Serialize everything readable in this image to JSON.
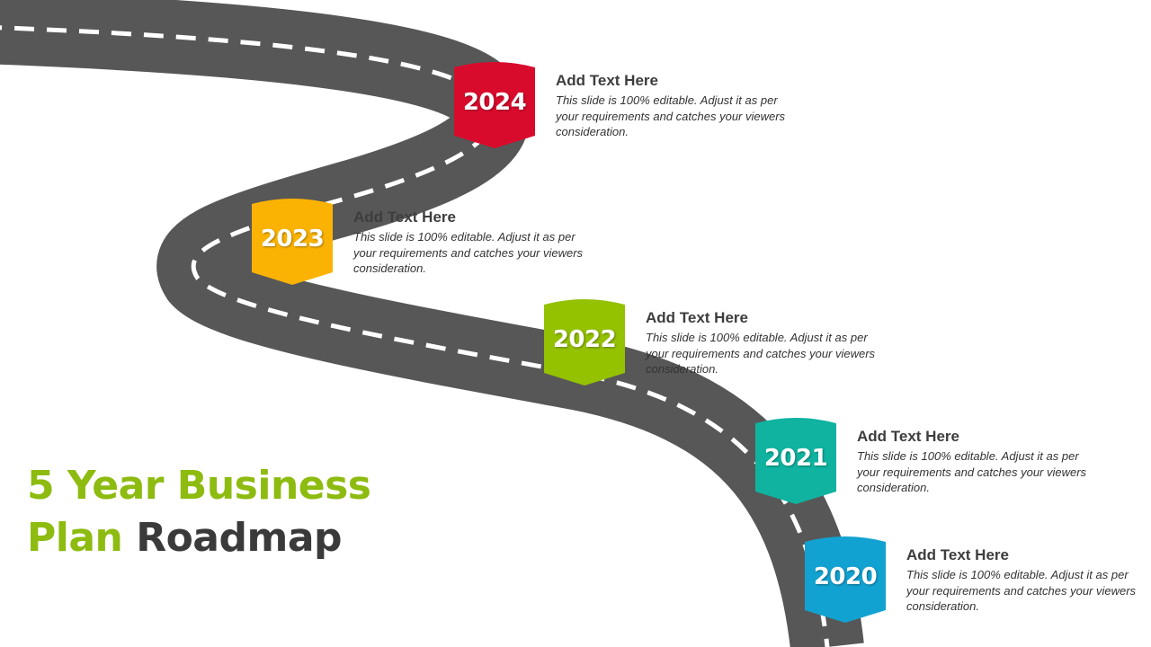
{
  "title": {
    "line1": "5 Year Business",
    "line2_green": "Plan",
    "line2_dark": "Roadmap",
    "green_color": "#8dbb10",
    "dark_color": "#3a3a3a"
  },
  "road": {
    "color": "#575757",
    "dash_color": "#ffffff"
  },
  "milestones": [
    {
      "year": "2024",
      "color": "#d90b2d",
      "heading": "Add Text Here",
      "description": "This slide is 100% editable. Adjust it as per your requirements and catches your viewers consideration."
    },
    {
      "year": "2023",
      "color": "#fbb303",
      "heading": "Add Text Here",
      "description": "This slide is 100% editable. Adjust it as per your requirements and catches your viewers consideration."
    },
    {
      "year": "2022",
      "color": "#94c100",
      "heading": "Add Text Here",
      "description": "This slide is 100% editable. Adjust it as per your requirements and catches your viewers consideration."
    },
    {
      "year": "2021",
      "color": "#0fb3a0",
      "heading": "Add Text Here",
      "description": "This slide is 100% editable. Adjust it as per your requirements and catches your viewers consideration."
    },
    {
      "year": "2020",
      "color": "#12a2d1",
      "heading": "Add Text Here",
      "description": "This slide is 100% editable. Adjust it as per your requirements and catches your viewers consideration."
    }
  ]
}
